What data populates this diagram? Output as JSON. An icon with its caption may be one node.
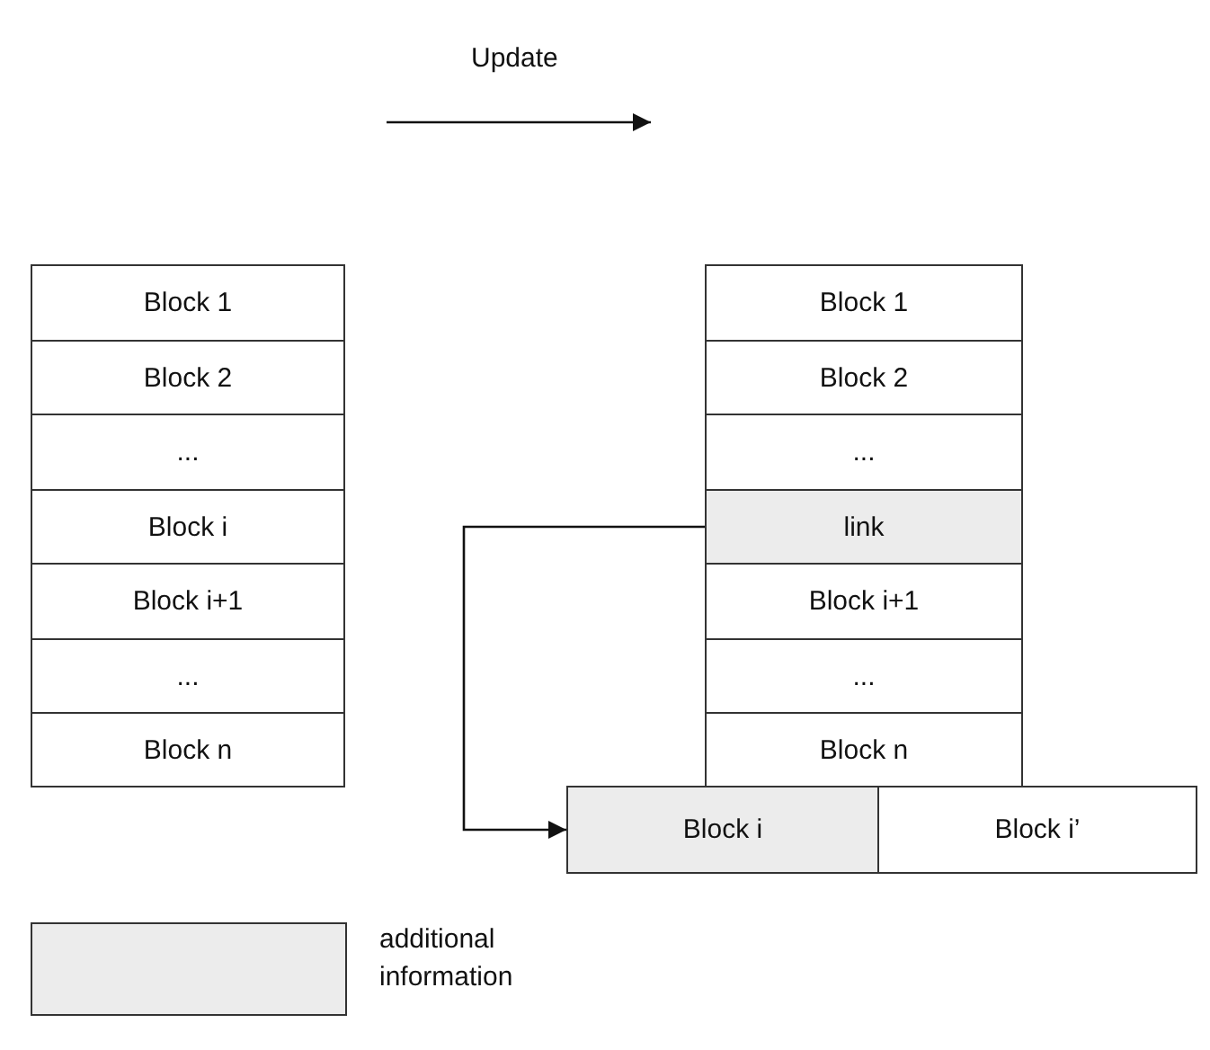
{
  "diagram": {
    "nodes": [
      {
        "text": [
          "Block 1"
        ]
      },
      {
        "text": [
          "Block 2"
        ]
      },
      {
        "text": [
          "..."
        ]
      },
      {
        "text": [
          "Block i"
        ]
      },
      {
        "text": [
          "Block i+1"
        ]
      },
      {
        "text": [
          "..."
        ]
      },
      {
        "text": [
          "Block n"
        ]
      },
      {
        "text": [
          "Block 1"
        ]
      },
      {
        "text": [
          "Block 2"
        ]
      },
      {
        "text": [
          "..."
        ]
      },
      {
        "text": [
          "link"
        ]
      },
      {
        "text": [
          "Block i+1"
        ]
      },
      {
        "text": [
          "..."
        ]
      },
      {
        "text": [
          "Block n"
        ]
      },
      {
        "text": [
          "Block i"
        ]
      },
      {
        "text": [
          "Block i’"
        ]
      }
    ],
    "edges": [
      {
        "from": 10,
        "to": 14,
        "arrow": "to"
      }
    ],
    "labels": [
      "Update"
    ],
    "legend": [
      {
        "text": "additional information",
        "color": "#ececec"
      }
    ]
  }
}
